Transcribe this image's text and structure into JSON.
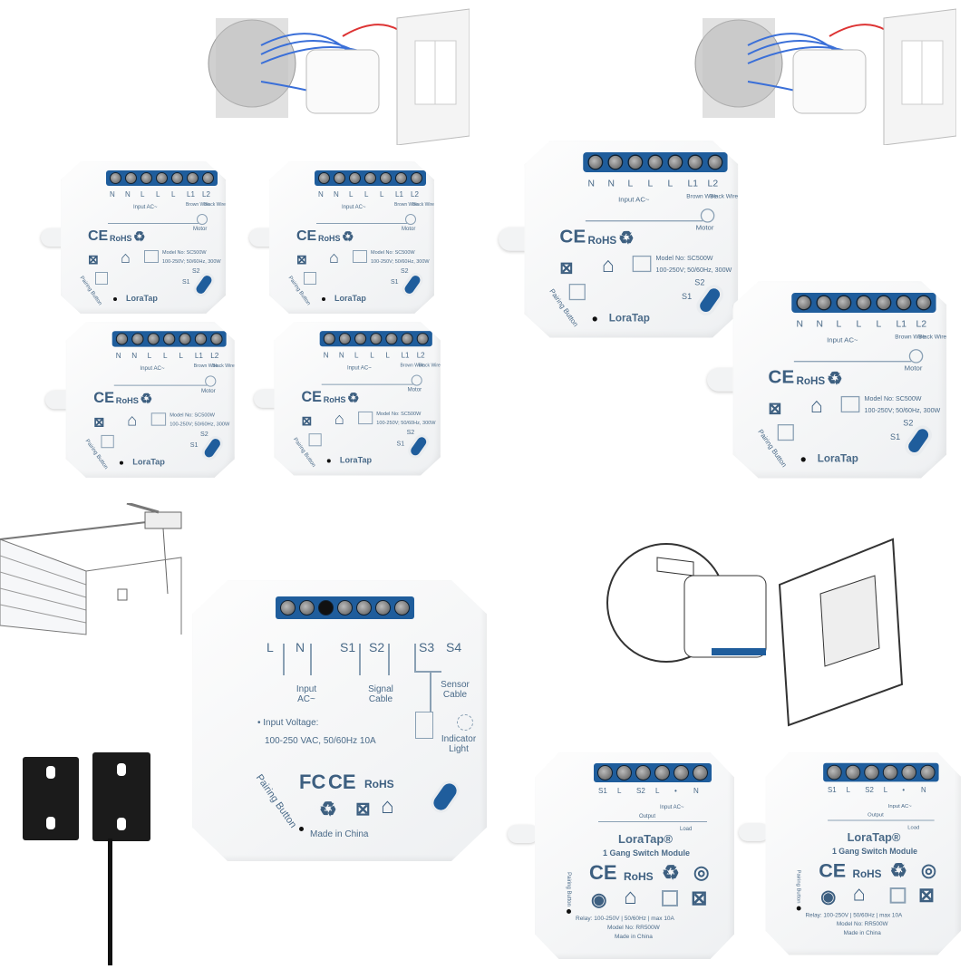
{
  "motor_module": {
    "brand": "LoraTap",
    "terminals": [
      "N",
      "N",
      "L",
      "L",
      "L",
      "L1",
      "L2"
    ],
    "input": "Input AC~",
    "brown_wire": "Brown Wire",
    "black_wire": "Black Wire",
    "motor": "Motor",
    "model": "Model No: SC500W",
    "rating": "100-250V; 50/60Hz, 300W",
    "s1": "S1",
    "s2": "S2",
    "pairing": "Pairing Button",
    "certs": {
      "ce": "CE",
      "rohs": "RoHS"
    }
  },
  "garage_module": {
    "terminals": [
      "L",
      "N",
      "S1",
      "S2",
      "S3",
      "S4"
    ],
    "input": "Input AC~",
    "signal_cable": "Signal Cable",
    "sensor_cable": "Sensor Cable",
    "indicator_light": "Indicator Light",
    "input_voltage_label": "• Input Voltage:",
    "input_voltage_value": "100-250 VAC, 50/60Hz 10A",
    "certs": {
      "fc": "FC",
      "ce": "CE",
      "rohs": "RoHS"
    },
    "pairing": "Pairing Button",
    "made_in": "Made in China"
  },
  "switch_module": {
    "terminals": [
      "S1",
      "L",
      "S2",
      "L",
      "•",
      "N"
    ],
    "brand": "LoraTap®",
    "title": "1 Gang  Switch Module",
    "output": "Output",
    "load": "Load",
    "input": "Input AC~",
    "relay": "Relay: 100-250V | 50/60Hz | max 10A",
    "model": "Model No: RR500W",
    "made_in": "Made in China",
    "pairing": "Pairing Button",
    "certs": {
      "ce": "CE",
      "rohs": "RoHS"
    }
  },
  "colors": {
    "terminal_blue": "#1f5d9c",
    "label_blue": "#4a6a88",
    "sensor_black": "#1b1b1b"
  }
}
